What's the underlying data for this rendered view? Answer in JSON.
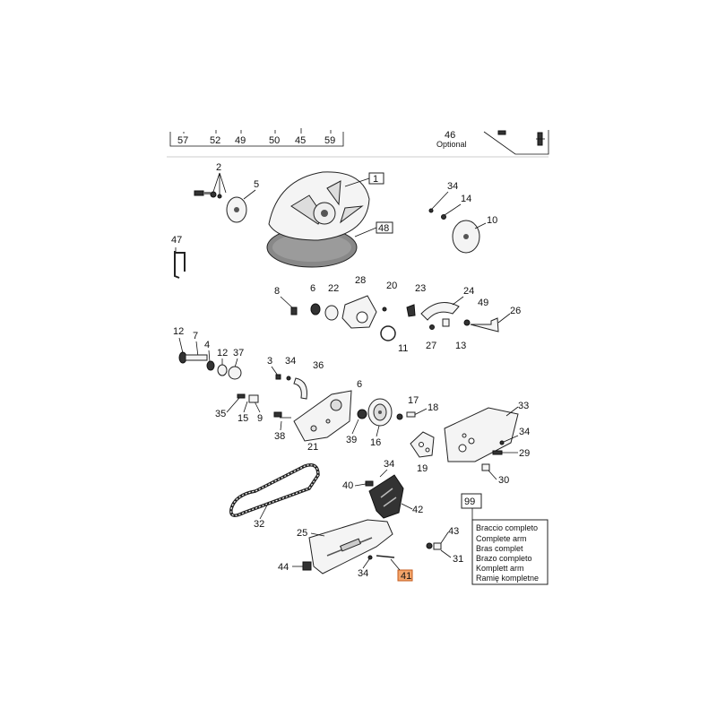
{
  "header": {
    "top_items": [
      "57",
      "52",
      "49",
      "50",
      "45",
      "59"
    ],
    "optional_num": "46",
    "optional_label": "Optional"
  },
  "callouts": {
    "c1": "1",
    "c2": "2",
    "c3": "3",
    "c4": "4",
    "c5": "5",
    "c6a": "6",
    "c6b": "6",
    "c7": "7",
    "c8": "8",
    "c9": "9",
    "c10": "10",
    "c11": "11",
    "c12a": "12",
    "c12b": "12",
    "c13": "13",
    "c14": "14",
    "c15": "15",
    "c16": "16",
    "c17": "17",
    "c18": "18",
    "c19": "19",
    "c20": "20",
    "c21": "21",
    "c22": "22",
    "c23": "23",
    "c24": "24",
    "c25": "25",
    "c26": "26",
    "c27": "27",
    "c28": "28",
    "c29": "29",
    "c30": "30",
    "c31": "31",
    "c32": "32",
    "c33": "33",
    "c34a": "34",
    "c34b": "34",
    "c34c": "34",
    "c34d": "34",
    "c34e": "34",
    "c35": "35",
    "c36": "36",
    "c37": "37",
    "c38": "38",
    "c39": "39",
    "c40": "40",
    "c41": "41",
    "c42": "42",
    "c43": "43",
    "c44": "44",
    "c47": "47",
    "c48": "48",
    "c49": "49"
  },
  "legend": {
    "number": "99",
    "lines": [
      "Braccio completo",
      "Complete arm",
      "Bras complet",
      "Brazo completo",
      "Komplett arm",
      "Ramię kompletne"
    ]
  },
  "colors": {
    "highlight": "#f2a46a"
  }
}
